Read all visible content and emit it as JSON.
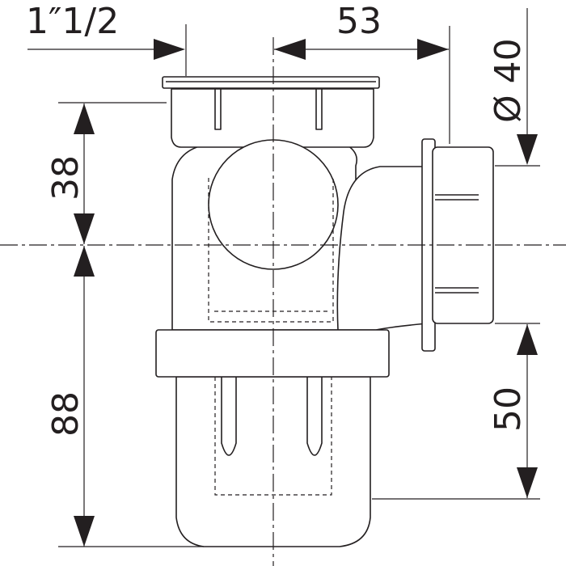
{
  "dimensions": {
    "thread": "1″1/2",
    "offset": "53",
    "diameter": "Ø 40",
    "upper_height": "38",
    "lower_height": "88",
    "outlet_height": "50"
  },
  "colors": {
    "ink": "#231f20",
    "background": "#ffffff"
  }
}
